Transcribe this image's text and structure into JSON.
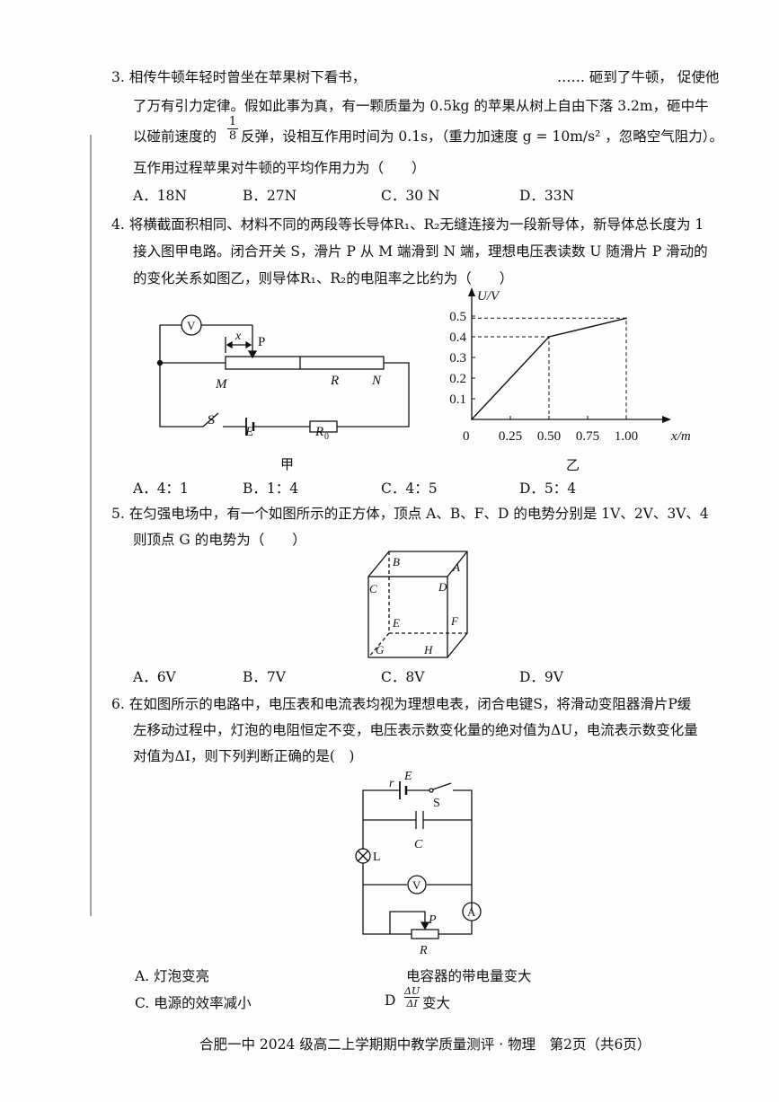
{
  "q3": {
    "lines": [
      "3. 相传牛顿年轻时曾坐在苹果树下看书，",
      "…… 砸到了牛顿， 促使他",
      "了万有引力定律。假如此事为真，有一颗质量为 0.5kg 的苹果从树上自由下落 3.2m，砸中牛",
      "以碰前速度的",
      "反弹，设相互作用时间为 0.1s，（重力加速度 g = 10m/s² ，忽略空气阻力）。",
      "互作用过程苹果对牛顿的平均作用力为（　　）"
    ],
    "fraction": {
      "num": "1",
      "den": "8"
    },
    "options": [
      "A．18N",
      "B．27N",
      "C．30 N",
      "D．33N"
    ]
  },
  "q4": {
    "lines": [
      "4. 将横截面积相同、材料不同的两段等长导体R₁、R₂无缝连接为一段新导体，新导体总长度为 1",
      "接入图甲电路。闭合开关 S，滑片 P 从 M 端滑到 N 端，理想电压表读数 U 随滑片 P 滑动的",
      "的变化关系如图乙，则导体R₁、R₂的电阻率之比约为（　　）"
    ],
    "circuit": {
      "labels": {
        "voltmeter": "V",
        "x": "x",
        "P": "P",
        "M": "M",
        "R": "R",
        "N": "N",
        "S": "S",
        "E": "E",
        "R0": "R",
        "R0_sub": "0"
      },
      "caption": "甲"
    },
    "options": [
      "A．4：1",
      "B．1：4",
      "C．4：5",
      "D．5：4"
    ]
  },
  "chart_data": {
    "type": "line",
    "caption": "乙",
    "xlabel": "x/m",
    "ylabel": "U/V",
    "origin_label": "0",
    "x_ticks": [
      "0.25",
      "0.50",
      "0.75",
      "1.00"
    ],
    "y_ticks": [
      "0.1",
      "0.2",
      "0.3",
      "0.4",
      "0.5"
    ],
    "xlim": [
      0,
      1.0
    ],
    "ylim": [
      0,
      0.5
    ],
    "x": [
      0,
      0.5,
      1.0
    ],
    "y": [
      0,
      0.4,
      0.49
    ],
    "dashed_guides": true
  },
  "q5": {
    "lines": [
      "5. 在匀强电场中，有一个如图所示的正方体，顶点 A、B、F、D 的电势分别是 1V、2V、3V、4",
      "则顶点 G 的电势为（　　）"
    ],
    "cube_labels": [
      "B",
      "A",
      "C",
      "D",
      "E",
      "F",
      "G",
      "H"
    ],
    "options": [
      "A．6V",
      "B．7V",
      "C．8V",
      "D．9V"
    ]
  },
  "q6": {
    "lines": [
      "6. 在如图所示的电路中，电压表和电流表均视为理想电表，闭合电键S，将滑动变阻器滑片P缓",
      "左移动过程中，灯泡的电阻恒定不变，电压表示数变化量的绝对值为ΔU，电流表示数变化量",
      "对值为ΔI，则下列判断正确的是(　)"
    ],
    "circuit_labels": {
      "r": "r",
      "E": "E",
      "S": "S",
      "C": "C",
      "L": "L",
      "V": "V",
      "A": "A",
      "P": "P",
      "R": "R"
    },
    "options": [
      "A. 灯泡变亮",
      "电容器的带电量变大",
      "C. 电源的效率减小",
      "D",
      "变大"
    ],
    "fraction": {
      "num": "ΔU",
      "den": "ΔI"
    }
  },
  "footer": "合肥一中 2024 级高二上学期期中教学质量测评 · 物理　第2页（共6页）"
}
